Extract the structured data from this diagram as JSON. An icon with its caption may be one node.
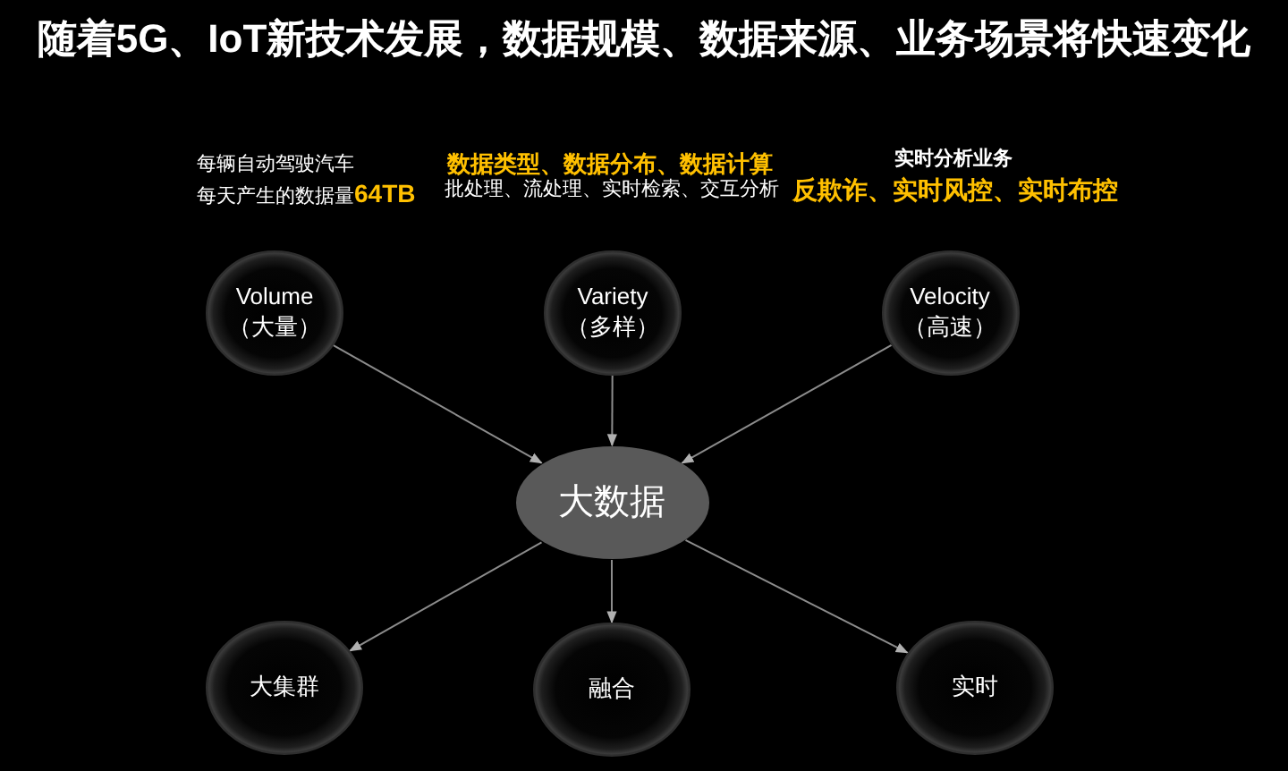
{
  "diagram": {
    "title": "随着5G、IoT新技术发展，数据规模、数据来源、业务场景将快速变化",
    "nodes": [
      {
        "text": [
          "Volume （大量）"
        ],
        "beside": [
          "每辆自动驾驶汽车",
          "每天产生的数据量**64TB**"
        ]
      },
      {
        "text": [
          "Variety （多样）"
        ],
        "beside": [
          "数据类型、数据分布、数据计算",
          "批处理、流处理、实时检索、交互分析"
        ]
      },
      {
        "text": [
          "Velocity （高速）"
        ],
        "beside": [
          "实时分析业务",
          "反欺诈、实时风控、实时布控"
        ]
      },
      {
        "text": [
          "大数据"
        ]
      },
      {
        "text": [
          "大集群"
        ]
      },
      {
        "text": [
          "融合"
        ]
      },
      {
        "text": [
          "实时"
        ]
      }
    ],
    "edges": [
      {
        "from": 0,
        "to": 3,
        "arrow": "to"
      },
      {
        "from": 1,
        "to": 3,
        "arrow": "to"
      },
      {
        "from": 2,
        "to": 3,
        "arrow": "to"
      },
      {
        "from": 3,
        "to": 4,
        "arrow": "to"
      },
      {
        "from": 3,
        "to": 5,
        "arrow": "to"
      },
      {
        "from": 3,
        "to": 6,
        "arrow": "to"
      }
    ]
  }
}
